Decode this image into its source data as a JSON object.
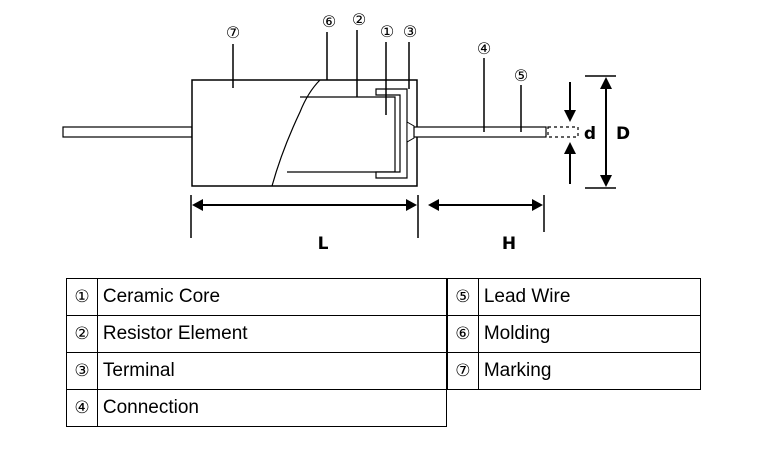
{
  "callouts": {
    "marking": "⑦",
    "molding": "⑥",
    "resistor_element": "②",
    "ceramic_core": "①",
    "terminal": "③",
    "connection": "④",
    "lead_wire": "⑤"
  },
  "dimensions": {
    "length": "L",
    "lead_length": "H",
    "body_diameter": "D",
    "wire_diameter": "d"
  },
  "legend": {
    "left": [
      {
        "num": "①",
        "label": "Ceramic Core"
      },
      {
        "num": "②",
        "label": "Resistor Element"
      },
      {
        "num": "③",
        "label": "Terminal"
      },
      {
        "num": "④",
        "label": "Connection"
      }
    ],
    "right": [
      {
        "num": "⑤",
        "label": "Lead Wire"
      },
      {
        "num": "⑥",
        "label": "Molding"
      },
      {
        "num": "⑦",
        "label": "Marking"
      }
    ]
  }
}
